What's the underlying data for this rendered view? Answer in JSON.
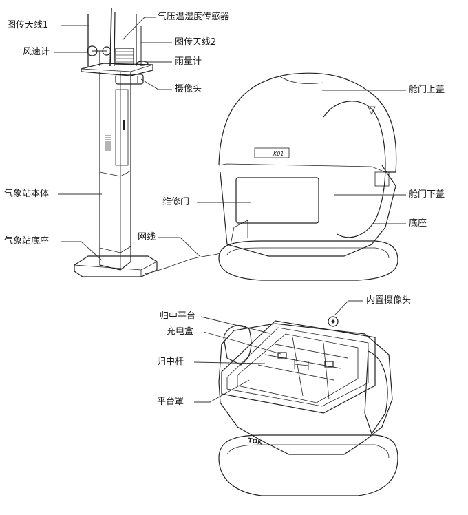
{
  "labels": {
    "antenna1": "图传天线1",
    "pressure_sensor": "气压温湿度传感器",
    "anemometer": "风速计",
    "antenna2": "图传天线2",
    "rain_gauge": "雨量计",
    "camera": "摄像头",
    "hatch_upper": "舱门上盖",
    "station_body": "气象站本体",
    "maintenance_door": "维修门",
    "hatch_lower": "舱门下盖",
    "base": "底座",
    "network_cable": "网线",
    "station_base": "气象站底座",
    "builtin_camera": "内置摄像头",
    "centering_platform": "归中平台",
    "charging_box": "充电盒",
    "centering_rod": "归中杆",
    "platform_cover": "平台罩"
  },
  "device_marking": "K01",
  "device_marking_bottom": "TOK"
}
